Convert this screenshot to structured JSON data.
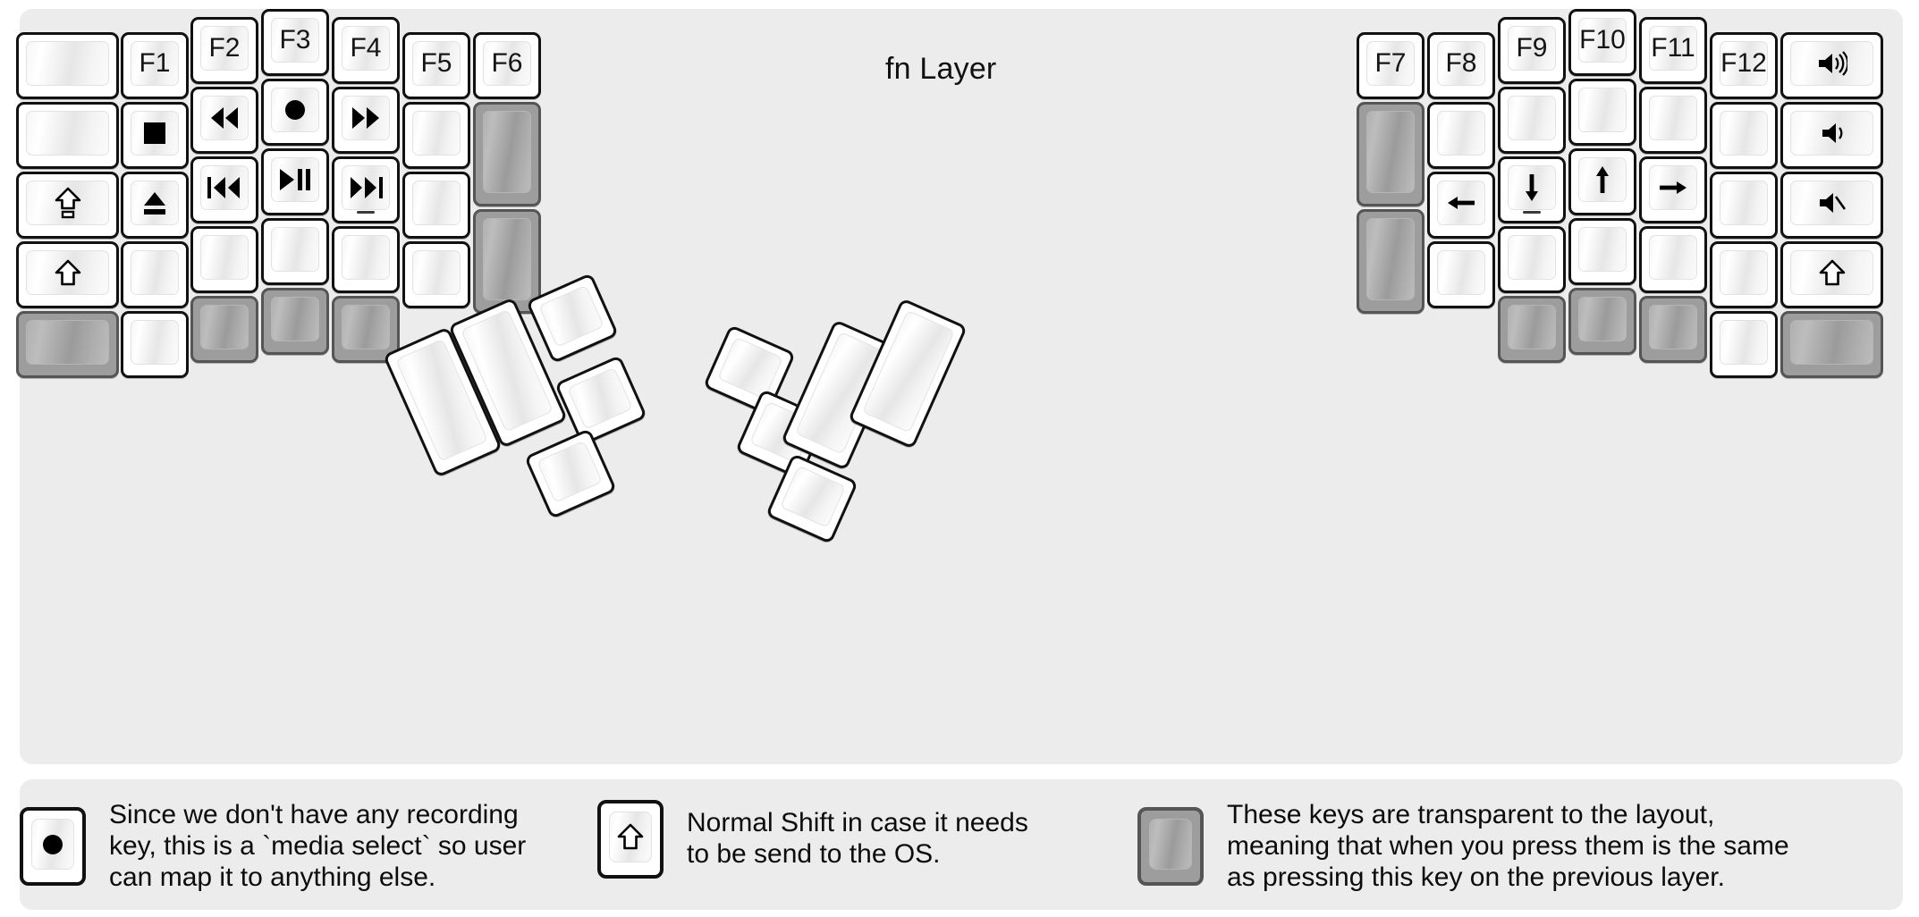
{
  "title": "fn Layer",
  "colors": {
    "page_background": "#ffffff",
    "panel_background": "#ececec",
    "key_face": "#ffffff",
    "key_outline": "#111111",
    "transparent_key": "#9d9d9d",
    "label_text": "#151515"
  },
  "left_half": {
    "columns": [
      {
        "name": "col-pinky-outer",
        "keys": [
          {
            "label": "",
            "icon": "",
            "type": "normal"
          },
          {
            "label": "",
            "icon": "",
            "type": "normal"
          },
          {
            "label": "",
            "icon": "caps-lock-icon",
            "type": "normal"
          },
          {
            "label": "",
            "icon": "shift-icon",
            "type": "normal"
          },
          {
            "label": "",
            "icon": "",
            "type": "transparent"
          }
        ]
      },
      {
        "name": "col-pinky",
        "keys": [
          {
            "label": "F1",
            "icon": "",
            "type": "normal"
          },
          {
            "label": "",
            "icon": "stop-icon",
            "type": "normal"
          },
          {
            "label": "",
            "icon": "eject-icon",
            "type": "normal"
          },
          {
            "label": "",
            "icon": "",
            "type": "normal"
          },
          {
            "label": "",
            "icon": "",
            "type": "normal"
          }
        ]
      },
      {
        "name": "col-ring",
        "keys": [
          {
            "label": "F2",
            "icon": "",
            "type": "normal"
          },
          {
            "label": "",
            "icon": "rewind-icon",
            "type": "normal"
          },
          {
            "label": "",
            "icon": "prev-track-icon",
            "type": "normal"
          },
          {
            "label": "",
            "icon": "",
            "type": "normal"
          },
          {
            "label": "",
            "icon": "",
            "type": "transparent"
          }
        ]
      },
      {
        "name": "col-middle",
        "keys": [
          {
            "label": "F3",
            "icon": "",
            "type": "normal"
          },
          {
            "label": "",
            "icon": "record-icon",
            "type": "normal"
          },
          {
            "label": "",
            "icon": "play-pause-icon",
            "type": "normal"
          },
          {
            "label": "",
            "icon": "",
            "type": "normal"
          },
          {
            "label": "",
            "icon": "",
            "type": "transparent"
          }
        ]
      },
      {
        "name": "col-index",
        "keys": [
          {
            "label": "F4",
            "icon": "",
            "type": "normal"
          },
          {
            "label": "",
            "icon": "fast-forward-icon",
            "type": "normal"
          },
          {
            "label": "",
            "icon": "next-track-icon",
            "type": "normal",
            "homebar": true
          },
          {
            "label": "",
            "icon": "",
            "type": "normal"
          },
          {
            "label": "",
            "icon": "",
            "type": "transparent"
          }
        ]
      },
      {
        "name": "col-index-inner",
        "keys": [
          {
            "label": "F5",
            "icon": "",
            "type": "normal"
          },
          {
            "label": "",
            "icon": "",
            "type": "normal"
          },
          {
            "label": "",
            "icon": "",
            "type": "normal"
          },
          {
            "label": "",
            "icon": "",
            "type": "normal"
          }
        ]
      },
      {
        "name": "col-inner-extra",
        "keys": [
          {
            "label": "F6",
            "icon": "",
            "type": "normal"
          },
          {
            "label": "",
            "icon": "",
            "type": "transparent",
            "tall": true
          },
          {
            "label": "",
            "icon": "",
            "type": "transparent",
            "tall": true
          }
        ]
      }
    ],
    "thumb_cluster": [
      {
        "name": "thumb-big-outer",
        "label": "",
        "icon": "",
        "type": "normal"
      },
      {
        "name": "thumb-big-inner",
        "label": "",
        "icon": "",
        "type": "normal"
      },
      {
        "name": "thumb-small-top",
        "label": "",
        "icon": "",
        "type": "normal"
      },
      {
        "name": "thumb-small-mid",
        "label": "",
        "icon": "",
        "type": "normal"
      },
      {
        "name": "thumb-small-bot",
        "label": "",
        "icon": "",
        "type": "normal"
      }
    ]
  },
  "right_half": {
    "columns": [
      {
        "name": "col-inner-extra",
        "keys": [
          {
            "label": "F7",
            "icon": "",
            "type": "normal"
          },
          {
            "label": "",
            "icon": "",
            "type": "transparent",
            "tall": true
          },
          {
            "label": "",
            "icon": "",
            "type": "transparent",
            "tall": true
          }
        ]
      },
      {
        "name": "col-index-inner",
        "keys": [
          {
            "label": "F8",
            "icon": "",
            "type": "normal"
          },
          {
            "label": "",
            "icon": "",
            "type": "normal"
          },
          {
            "label": "",
            "icon": "arrow-left-icon",
            "type": "normal"
          },
          {
            "label": "",
            "icon": "",
            "type": "normal"
          }
        ]
      },
      {
        "name": "col-index",
        "keys": [
          {
            "label": "F9",
            "icon": "",
            "type": "normal"
          },
          {
            "label": "",
            "icon": "",
            "type": "normal"
          },
          {
            "label": "",
            "icon": "arrow-down-icon",
            "type": "normal",
            "homebar": true
          },
          {
            "label": "",
            "icon": "",
            "type": "normal"
          },
          {
            "label": "",
            "icon": "",
            "type": "transparent"
          }
        ]
      },
      {
        "name": "col-middle",
        "keys": [
          {
            "label": "F10",
            "icon": "",
            "type": "normal"
          },
          {
            "label": "",
            "icon": "",
            "type": "normal"
          },
          {
            "label": "",
            "icon": "arrow-up-icon",
            "type": "normal"
          },
          {
            "label": "",
            "icon": "",
            "type": "normal"
          },
          {
            "label": "",
            "icon": "",
            "type": "transparent"
          }
        ]
      },
      {
        "name": "col-ring",
        "keys": [
          {
            "label": "F11",
            "icon": "",
            "type": "normal"
          },
          {
            "label": "",
            "icon": "",
            "type": "normal"
          },
          {
            "label": "",
            "icon": "arrow-right-icon",
            "type": "normal"
          },
          {
            "label": "",
            "icon": "",
            "type": "normal"
          },
          {
            "label": "",
            "icon": "",
            "type": "transparent"
          }
        ]
      },
      {
        "name": "col-pinky",
        "keys": [
          {
            "label": "F12",
            "icon": "",
            "type": "normal"
          },
          {
            "label": "",
            "icon": "",
            "type": "normal"
          },
          {
            "label": "",
            "icon": "",
            "type": "normal"
          },
          {
            "label": "",
            "icon": "",
            "type": "normal"
          },
          {
            "label": "",
            "icon": "",
            "type": "normal"
          }
        ]
      },
      {
        "name": "col-pinky-outer",
        "keys": [
          {
            "label": "",
            "icon": "volume-up-icon",
            "type": "normal"
          },
          {
            "label": "",
            "icon": "volume-down-icon",
            "type": "normal"
          },
          {
            "label": "",
            "icon": "volume-mute-icon",
            "type": "normal"
          },
          {
            "label": "",
            "icon": "shift-icon",
            "type": "normal"
          },
          {
            "label": "",
            "icon": "",
            "type": "transparent"
          }
        ]
      }
    ],
    "thumb_cluster": [
      {
        "name": "thumb-small-top",
        "label": "",
        "icon": "",
        "type": "normal"
      },
      {
        "name": "thumb-small-mid",
        "label": "",
        "icon": "",
        "type": "normal"
      },
      {
        "name": "thumb-small-bot",
        "label": "",
        "icon": "",
        "type": "normal"
      },
      {
        "name": "thumb-big-inner",
        "label": "",
        "icon": "",
        "type": "normal"
      },
      {
        "name": "thumb-big-outer",
        "label": "",
        "icon": "",
        "type": "normal"
      }
    ]
  },
  "legend": [
    {
      "key_icon": "record-icon",
      "key_type": "normal",
      "text": "Since we don't have any recording\nkey, this is a `media select` so user\ncan map it to anything else."
    },
    {
      "key_icon": "shift-icon",
      "key_type": "normal",
      "text": "Normal Shift in case it needs\nto be send to the OS."
    },
    {
      "key_icon": "",
      "key_type": "transparent",
      "text": "These keys are transparent to the layout,\nmeaning that when you press them is the same\nas pressing this key on the previous layer."
    }
  ]
}
